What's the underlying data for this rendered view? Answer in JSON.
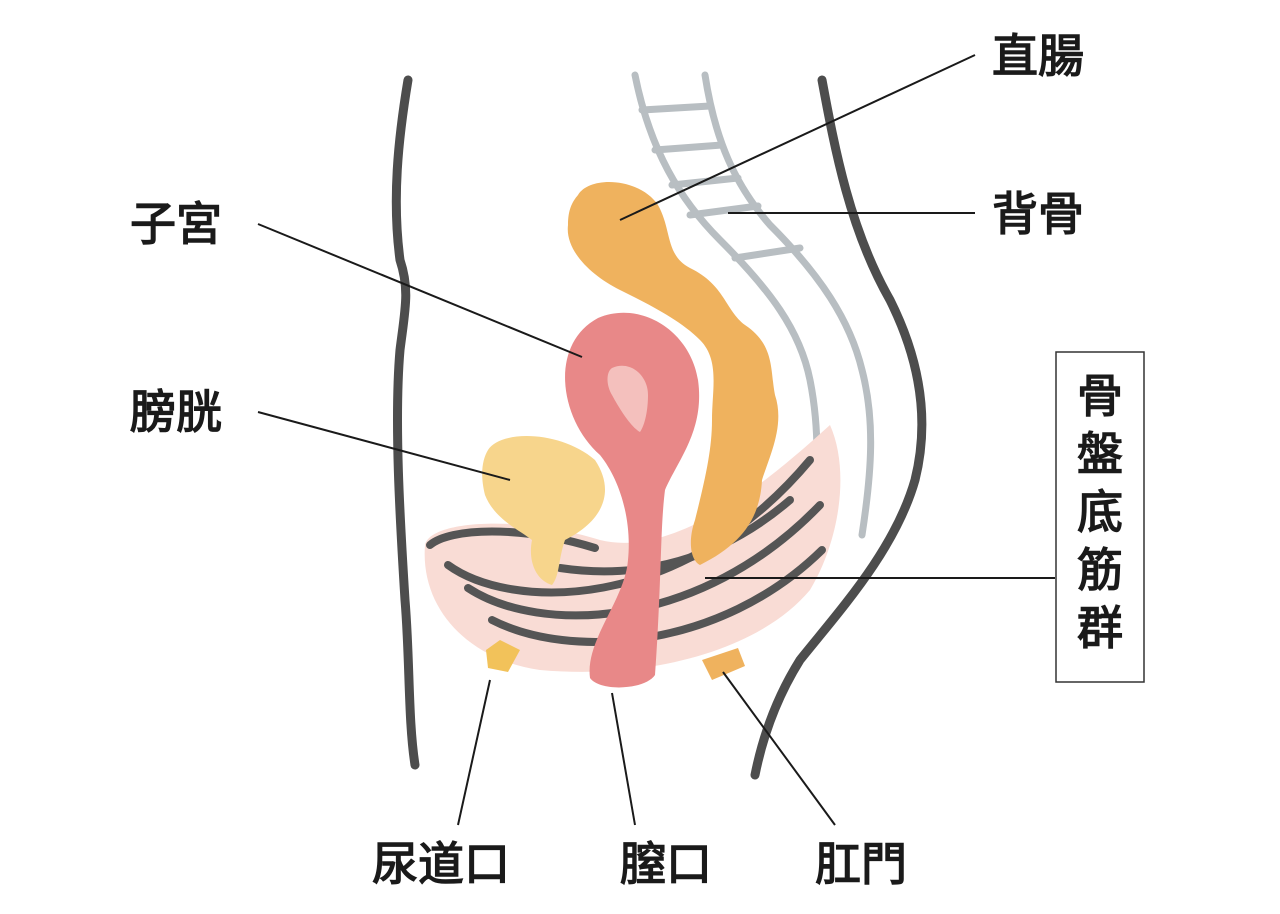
{
  "labels": {
    "rectum": "直腸",
    "uterus": "子宮",
    "spine": "背骨",
    "bladder": "膀胱",
    "pelvic_floor": [
      "骨",
      "盤",
      "底",
      "筋",
      "群"
    ],
    "urethral_opening": "尿道口",
    "vaginal_opening": "膣口",
    "anus": "肛門"
  },
  "colors": {
    "body_outline": "#4d4d4d",
    "spine": "#b8bec2",
    "rectum": "#efb25e",
    "uterus": "#e88888",
    "uterus_cavity": "#f4c0bd",
    "bladder": "#f7d58c",
    "pelvic_floor_fill": "#f9dcd5",
    "pelvic_floor_stripes": "#555555",
    "text": "#1a1a1a"
  }
}
